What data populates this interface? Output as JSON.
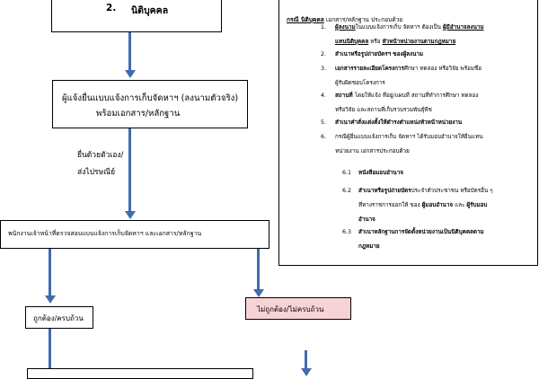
{
  "top_box": {
    "number": "2.",
    "label": "นิติบุคคล"
  },
  "submit_box": {
    "line1": "ผู้แจ้งยื่นแบบแจ้งการเก็บจัดหาฯ (ลงนามตัวจริง)",
    "line2": "พร้อมเอกสาร/หลักฐาน"
  },
  "channel_label": {
    "line1": "ยื่นด้วยตัวเอง/",
    "line2": "ส่งไปรษณีย์"
  },
  "check_box": {
    "label": "พนักงานเจ้าหน้าที่ตรวจสอบแบบแจ้งการเก็บจัดหาฯ และเอกสาร/หลักฐาน"
  },
  "correct_box": {
    "label": "ถูกต้อง/ครบถ้วน"
  },
  "incorrect_box": {
    "label": "ไม่ถูกต้อง/ไม่ครบถ้วน",
    "bg": "#f8d3d6"
  },
  "arrow_color": "#3f6cae",
  "note": {
    "heading_underlined": "กรณี นิติบุคคล",
    "heading_rest": " เอกสาร/หลักฐาน ประกอบด้วย",
    "items": [
      {
        "num": "1.",
        "lines": [
          {
            "parts": [
              {
                "t": "ผู้ลงนาม",
                "b": true,
                "u": true
              },
              {
                "t": "ในแบบแจ้งการเก็บ จัดหาฯ ต้องเป็น "
              },
              {
                "t": "ผู้มีอำนาจลงนาม",
                "b": true,
                "u": true
              }
            ]
          },
          {
            "parts": [
              {
                "t": "แทนนิติบุคคล",
                "b": true,
                "u": true
              },
              {
                "t": " หรือ "
              },
              {
                "t": "หัวหน้าหน่วยงานตามกฎหมาย",
                "b": true,
                "u": true
              }
            ]
          }
        ]
      },
      {
        "num": "2.",
        "lines": [
          {
            "parts": [
              {
                "t": "สำเนาหรือรูปถ่ายบัตรฯ ของผู้ลงนาม",
                "b": true
              }
            ]
          }
        ]
      },
      {
        "num": "3.",
        "lines": [
          {
            "parts": [
              {
                "t": "เอกสารรายละเอียดโครงการ",
                "b": true
              },
              {
                "t": "ศึกษา ทดลอง หรือวิจัย พร้อมชื่อ"
              }
            ]
          },
          {
            "parts": [
              {
                "t": "ผู้รับผิดชอบโครงการ"
              }
            ]
          }
        ]
      },
      {
        "num": "4.",
        "lines": [
          {
            "parts": [
              {
                "t": "สถานที่",
                "b": true
              },
              {
                "t": " โดยให้แจ้ง ที่อยู่/แผนที่ สถานที่ทำการศึกษา ทดลอง"
              }
            ]
          },
          {
            "parts": [
              {
                "t": "หรือวิจัย และสถานที่เก็บรวบรวมพันธุ์พืช"
              }
            ]
          }
        ]
      },
      {
        "num": "5.",
        "lines": [
          {
            "parts": [
              {
                "t": "สำเนาคำสั่งแต่งตั้งให้ดำรงตำแหน่งหัวหน้าหน่วยงาน",
                "b": true
              }
            ]
          }
        ]
      },
      {
        "num": "6.",
        "lines": [
          {
            "parts": [
              {
                "t": "กรณีผู้ยื่นแบบแจ้งการเก็บ จัดหาฯ ได้รับมอบอำนาจให้ยื่นแทน"
              }
            ]
          },
          {
            "parts": [
              {
                "t": "หน่วยงาน เอกสารประกอบด้วย"
              }
            ]
          }
        ]
      }
    ],
    "subitems": [
      {
        "num": "6.1",
        "lines": [
          {
            "parts": [
              {
                "t": "หนังสือมอบอำนาจ",
                "b": true
              }
            ]
          }
        ]
      },
      {
        "num": "6.2",
        "lines": [
          {
            "parts": [
              {
                "t": "สำเนาหรือรูปถ่ายบัตร",
                "b": true
              },
              {
                "t": "ประจำตัวประชาชน หรือบัตรอื่น ๆ"
              }
            ]
          },
          {
            "parts": [
              {
                "t": "ที่ทางราชการออกให้ ของ "
              },
              {
                "t": "ผู้มอบอำนาจ",
                "b": true
              },
              {
                "t": " และ "
              },
              {
                "t": "ผู้รับมอบ",
                "b": true
              }
            ]
          },
          {
            "parts": [
              {
                "t": "อำนาจ",
                "b": true
              }
            ]
          }
        ]
      },
      {
        "num": "6.3",
        "lines": [
          {
            "parts": [
              {
                "t": "สำเนาหลักฐานการจัดตั้งหน่วยงานเป็นนิติบุคคลตาม",
                "b": true
              }
            ]
          },
          {
            "parts": [
              {
                "t": "กฎหมาย",
                "b": true
              }
            ]
          }
        ]
      }
    ]
  }
}
